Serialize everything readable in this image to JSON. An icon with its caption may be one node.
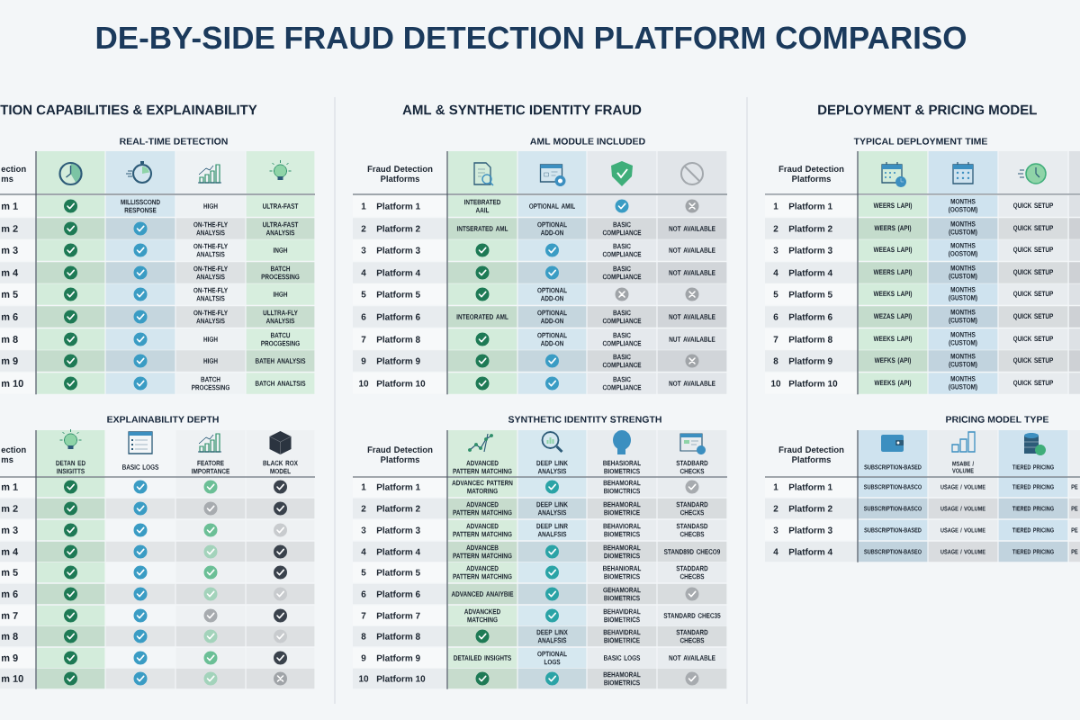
{
  "diagram": {
    "title": "DE-BY-SIDE FRAUD DETECTION PLATFORM COMPARISO",
    "labels": [
      "TION CAPABILITIES & EXPLAINABILITY",
      "AML & SYNTHETIC IDENTITY FRAUD",
      "DEPLOYMENT & PRICING MODEL",
      "REAL-TIME DETECTION",
      "ection ms",
      "m 1",
      "MILLISSCOND RESPONSE",
      "HIGH",
      "ULTRA-FAST",
      "m 2",
      "ON-THE-FLY ANALYSIS",
      "ULTRA-FAST ANALYSIS",
      "m 3",
      "ON-THE-FLY ANALTSIS",
      "INGH",
      "m 4",
      "ON-THE-FLY ANALYSIS",
      "BATCH PROCESSING",
      "m 5",
      "ON-THE-FLY ANALTSIS",
      "IHGH",
      "m 6",
      "ON-THE-FLY ANALYSIS",
      "ULLTRA-FLY ANALYSIS",
      "m 8",
      "HIGH",
      "BATCU PROCGESING",
      "m 9",
      "HIGH",
      "BATEH ANALYSIS",
      "m 10",
      "BATCH PROCESSING",
      "BATCH ANALTSIS",
      "AML MODULE INCLUDED",
      "Fraud Detection Platforms",
      "1",
      "Platform 1",
      "INTEBRATED AAIL",
      "OPTIONAL AMIL",
      "2",
      "Platform 2",
      "INTSERATED AML",
      "OPTIONAL ADD-ON",
      "BASIC COMPLIANCE",
      "NOT AVAILABLE",
      "3",
      "Platform 3",
      "BASIC COMPLIANCE",
      "NOT AVAILABLE",
      "4",
      "Platform 4",
      "BASIC COMPLIANCE",
      "NOT AVAILABLE",
      "5",
      "Platform 5",
      "OPTIONAL ADD-ON",
      "6",
      "Platform 6",
      "INTEORATED AML",
      "OPTIONAL ADD-ON",
      "BASIC COMPLIANCE",
      "NOT AVAILABLE",
      "7",
      "Platform 8",
      "OPTIONAL ADD-ON",
      "BASIC COMPLIANCE",
      "NUT AVAILABLE",
      "9",
      "Platform 9",
      "BASIC COMPLIANCE",
      "10",
      "Platform 10",
      "BASIC COMPLIANCE",
      "NOT AVAILABLE",
      "TYPICAL DEPLOYMENT TIME",
      "Fraud Detection Platforms",
      "1",
      "Platform 1",
      "WEERS LAPI)",
      "MONTHS (OOSTOM)",
      "QUICK SETUP",
      "2",
      "Platform 2",
      "WEERS (API)",
      "MONTHS (CUSTOM)",
      "QUICK SETUP",
      "3",
      "Platform 3",
      "WEEAS LAPI)",
      "MONTHS (OOSTOM)",
      "QUICK SETUP",
      "4",
      "Platform 4",
      "WEERS LAPI)",
      "MONTHS (CUSTOM)",
      "QUICK SETUP",
      "5",
      "Platform 5",
      "WEEKS LAPI)",
      "MONTHS (GUSTOM)",
      "QUICK SETUP",
      "6",
      "Platform 6",
      "WEZAS LAPI)",
      "MONTHS (CUSTOM)",
      "QUICK SETUP",
      "7",
      "Platform 8",
      "WEEKS LAPI)",
      "MONTHS (CUSTOM)",
      "QUICK SETUP",
      "8",
      "Platform 9",
      "WEFKS (API)",
      "MONTHS (CUSTOM)",
      "QUICK SETUP",
      "10",
      "Platform 10",
      "WEEKS (API)",
      "MONTHS (GUSTOM)",
      "QUICK SETUP",
      "EXPLAINABILITY DEPTH",
      "ection ms",
      "DETAN ED INSIGITTS",
      "BASIC LOGS",
      "FEATORE IMPORTANCE",
      "BLACK ROX MODEL",
      "m 1",
      "m 2",
      "m 3",
      "m 4",
      "m 5",
      "m 6",
      "m 7",
      "m 8",
      "m 9",
      "m 10",
      "SYNTHETIC IDENTITY STRENGTH",
      "Fraud Detection Platforms",
      "ADVANCED PATTERN MATCHING",
      "DEEP LINK ANALYSIS",
      "BEHASIORAL BIOMETRICS",
      "STADBARD CHECKS",
      "1",
      "Platform 1",
      "ADVANCEC PATTERN MATORING",
      "BEHAMORAL BIOMCTRICS",
      "2",
      "Platform 2",
      "ADVANCED PATTERN MATCHING",
      "DEEP LINK ANALYSIS",
      "BEHAMORAL BIOMETRICE",
      "STANDARD CHECXS",
      "3",
      "Platform 3",
      "ADVANCED PATTERN MATCHING",
      "DEEP LINR ANALFSIS",
      "BEHAVIORAL BIOMETRICS",
      "STANDASD CHECBS",
      "4",
      "Platform 4",
      "ADVANCEB PATTERN MATCHING",
      "BEHAMORAL DIOMETRICS",
      "STAND89D CHECO9",
      "5",
      "Platform 5",
      "ADVANCED PATTERN MATCHING",
      "BEHANIORAL BIOMETRICS",
      "STADDARD CHECBS",
      "6",
      "Platform 6",
      "ADVANCED ANAIYBIE",
      "GEHAMORAL BIOMETRICS",
      "7",
      "Platform 7",
      "ADVANCKED MATCHING",
      "BEHAVIDRAL BIOMETRICS",
      "STANDARD CHEC35",
      "8",
      "Platform 8",
      "DEEP LINX ANALFSIS",
      "BEHAVIDRAL BIOMETRICE",
      "STANDARD CHECBS",
      "9",
      "Platform 9",
      "DETAILED INSIGHTS",
      "OPTIONAL LOGS",
      "BASIC LOGS",
      "NOT AVAILABLE",
      "10",
      "Platform 10",
      "BEHAMORAL BIOMETRICS",
      "PRICING MODEL TYPE",
      "Fraud Detection Platforms",
      "SUBSCRIPTION-BASED",
      "MSABE / VOLUME",
      "TIERED PRICING",
      "1",
      "Platform 1",
      "SUBSCRIPTION-BASCO",
      "USAGE / VOLUME",
      "TIERED PRICING",
      "PE",
      "2",
      "Platform 2",
      "SUBSCRIPTION-BASCO",
      "USAGE / VOLUME",
      "TIERED PRICING",
      "PE",
      "3",
      "Platform 3",
      "SUBSCRIPTION-BASED",
      "USAGE / VOLUME",
      "TIERED PRICING",
      "PE",
      "4",
      "Platform 4",
      "SUBSCRIPTION-BASEO",
      "USAGE / VOLUME",
      "TIERED PRICING",
      "PE"
    ]
  }
}
